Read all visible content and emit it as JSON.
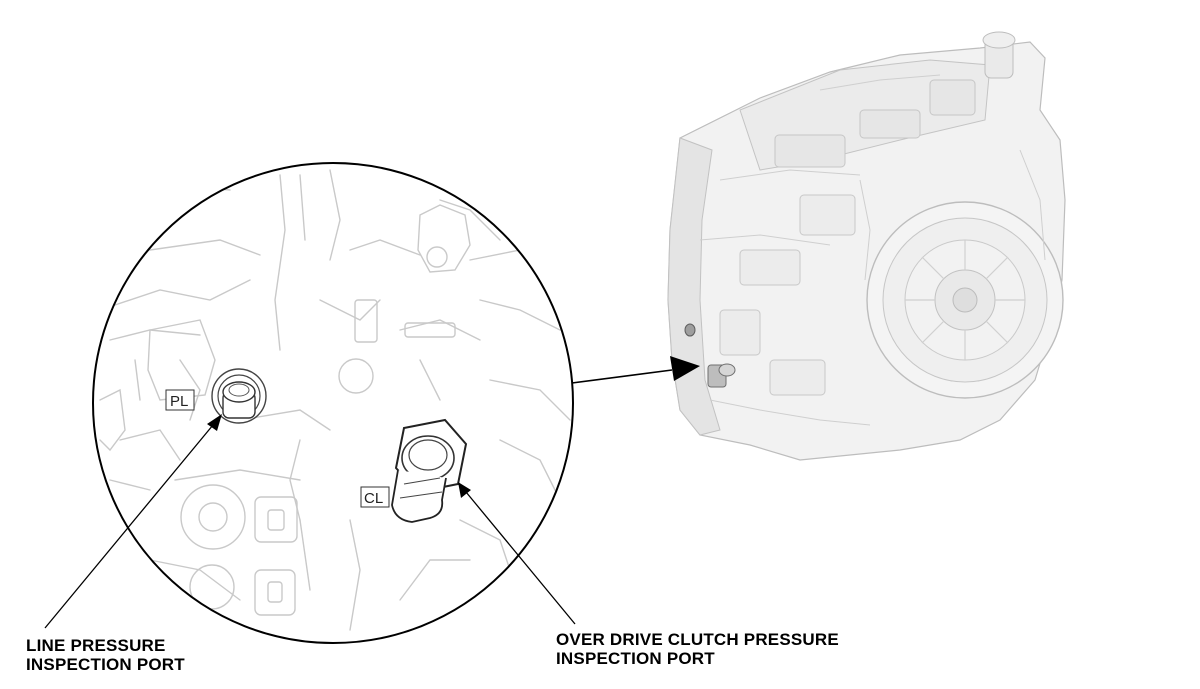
{
  "diagram": {
    "callouts": {
      "line_pressure": "LINE PRESSURE\nINSPECTION PORT",
      "overdrive_clutch": "OVER DRIVE CLUTCH PRESSURE\nINSPECTION PORT"
    },
    "port_tags": {
      "pl": "PL",
      "cl": "CL"
    },
    "colors": {
      "line": "#000000",
      "sketch": "#c9c9c9",
      "body": "#f1f1f1",
      "body_edge": "#bdbdbd",
      "port_fill": "#ffffff"
    }
  }
}
